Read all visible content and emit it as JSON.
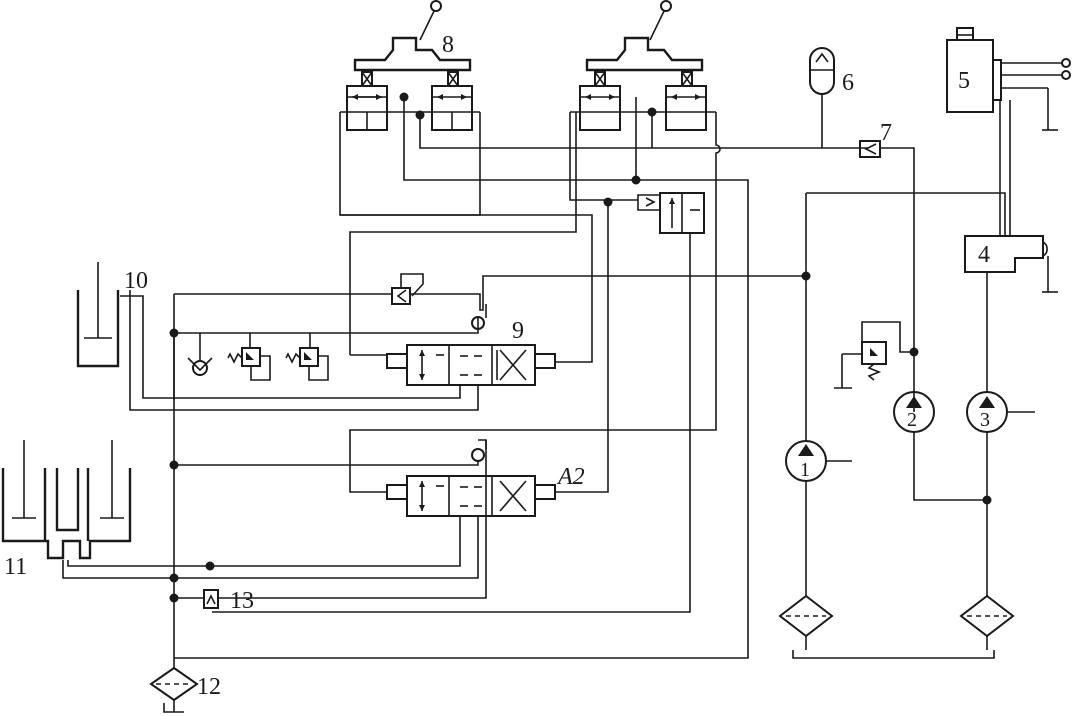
{
  "labels": {
    "c1": "1",
    "c2": "2",
    "c3": "3",
    "c4": "4",
    "c5": "5",
    "c6": "6",
    "c7": "7",
    "c8": "8",
    "c9": "9",
    "c10": "10",
    "c11": "11",
    "c12": "12",
    "c13": "13",
    "a2": "A2"
  }
}
